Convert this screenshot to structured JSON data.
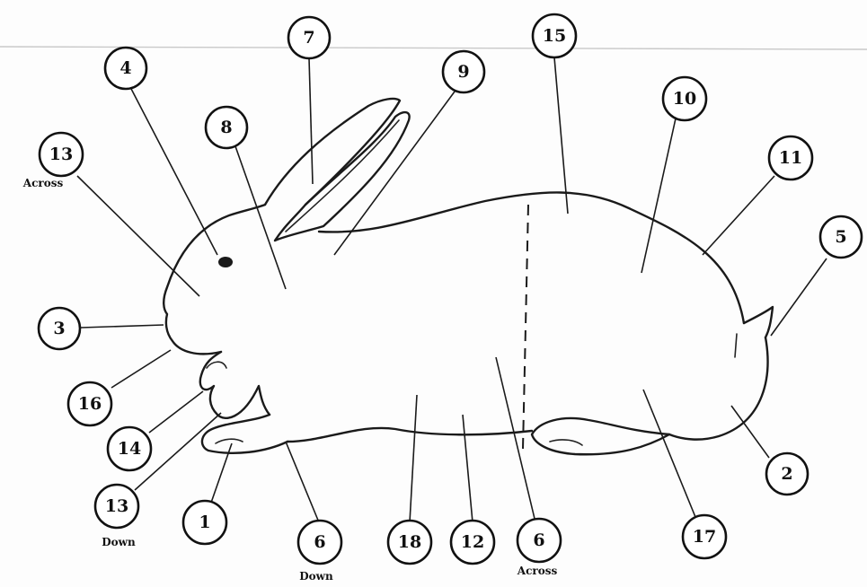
{
  "diagram": {
    "labels": [
      {
        "id": "l4",
        "text": "4"
      },
      {
        "id": "l7",
        "text": "7"
      },
      {
        "id": "l15",
        "text": "15"
      },
      {
        "id": "l9",
        "text": "9"
      },
      {
        "id": "l8",
        "text": "8"
      },
      {
        "id": "l10",
        "text": "10"
      },
      {
        "id": "l13a",
        "text": "13",
        "note": "Across"
      },
      {
        "id": "l11",
        "text": "11"
      },
      {
        "id": "l5",
        "text": "5"
      },
      {
        "id": "l3",
        "text": "3"
      },
      {
        "id": "l16",
        "text": "16"
      },
      {
        "id": "l14",
        "text": "14"
      },
      {
        "id": "l13d",
        "text": "13",
        "note": "Down"
      },
      {
        "id": "l1",
        "text": "1"
      },
      {
        "id": "l6d",
        "text": "6",
        "note": "Down"
      },
      {
        "id": "l18",
        "text": "18"
      },
      {
        "id": "l12",
        "text": "12"
      },
      {
        "id": "l6a",
        "text": "6",
        "note": "Across"
      },
      {
        "id": "l17",
        "text": "17"
      },
      {
        "id": "l2",
        "text": "2"
      }
    ]
  }
}
